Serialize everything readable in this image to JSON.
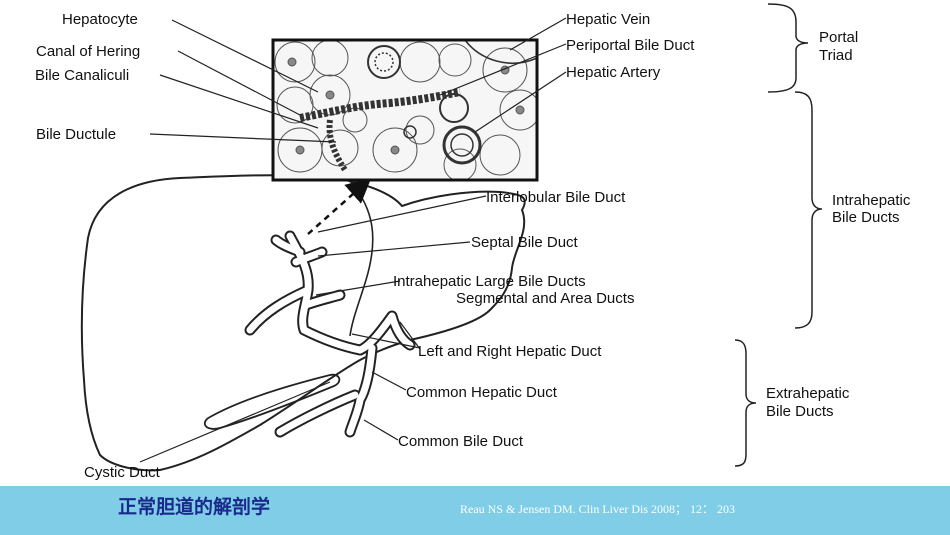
{
  "labels": {
    "hepatocyte": "Hepatocyte",
    "canal_of_hering": "Canal of Hering",
    "bile_canaliculi": "Bile Canaliculi",
    "bile_ductule": "Bile Ductule",
    "hepatic_vein": "Hepatic Vein",
    "periportal_bile_duct": "Periportal Bile Duct",
    "hepatic_artery": "Hepatic Artery",
    "interlobular_bile_duct": "Interlobular Bile Duct",
    "septal_bile_duct": "Septal Bile Duct",
    "intrahepatic_large_bile_ducts": "Intrahepatic Large Bile Ducts",
    "segmental_and_area_ducts": "Segmental and Area Ducts",
    "left_and_right_hepatic_duct": "Left and Right Hepatic Duct",
    "common_hepatic_duct": "Common Hepatic Duct",
    "common_bile_duct": "Common Bile Duct",
    "cystic_duct": "Cystic Duct"
  },
  "groups": {
    "portal_triad": [
      "Portal",
      "Triad"
    ],
    "intrahepatic": [
      "Intrahepatic",
      "Bile Ducts"
    ],
    "extrahepatic": [
      "Extrahepatic",
      "Bile Ducts"
    ]
  },
  "footer": {
    "title": "正常胆道的解剖学",
    "citation": "Reau NS & Jensen DM. Clin Liver Dis 2008； 12： 203"
  }
}
